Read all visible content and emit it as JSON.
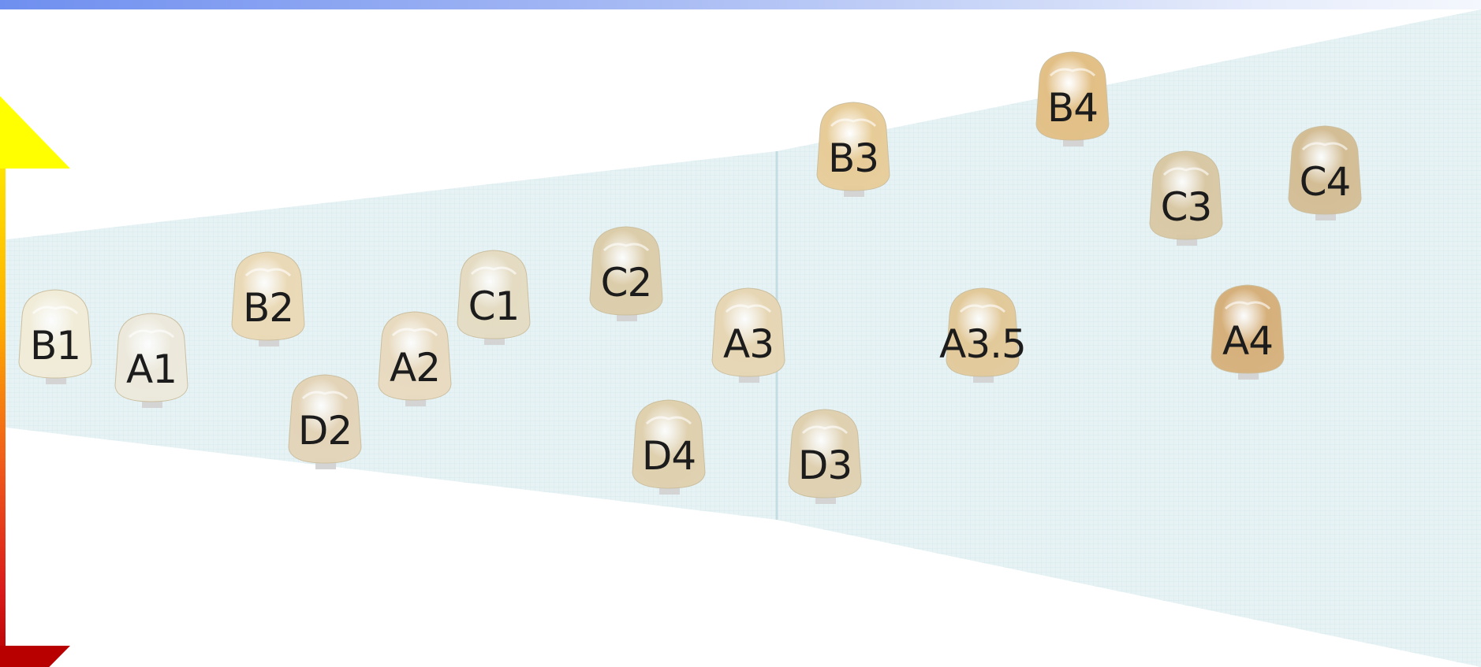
{
  "shades": [
    {
      "label": "B1",
      "color": "#f1ecd8"
    },
    {
      "label": "A1",
      "color": "#ece9dc"
    },
    {
      "label": "B2",
      "color": "#ead9b6"
    },
    {
      "label": "D2",
      "color": "#e3d4b8"
    },
    {
      "label": "A2",
      "color": "#e8dabf"
    },
    {
      "label": "C1",
      "color": "#e4dbc2"
    },
    {
      "label": "C2",
      "color": "#dccdaa"
    },
    {
      "label": "D4",
      "color": "#dfd0ae"
    },
    {
      "label": "A3",
      "color": "#e6d6b4"
    },
    {
      "label": "D3",
      "color": "#dfd0b0"
    },
    {
      "label": "B3",
      "color": "#e7cc98"
    },
    {
      "label": "A3.5",
      "color": "#e2c99a"
    },
    {
      "label": "B4",
      "color": "#e2bf85"
    },
    {
      "label": "C3",
      "color": "#d9c8a4"
    },
    {
      "label": "C4",
      "color": "#d3bd95"
    },
    {
      "label": "A4",
      "color": "#d6b07b"
    }
  ],
  "colors": {
    "fan_fill": "#dfeef1",
    "fan_line": "#c4dde2",
    "arrow_top": "#ffff00",
    "arrow_bottom": "#b80000",
    "label_text": "#1c1c1c"
  }
}
